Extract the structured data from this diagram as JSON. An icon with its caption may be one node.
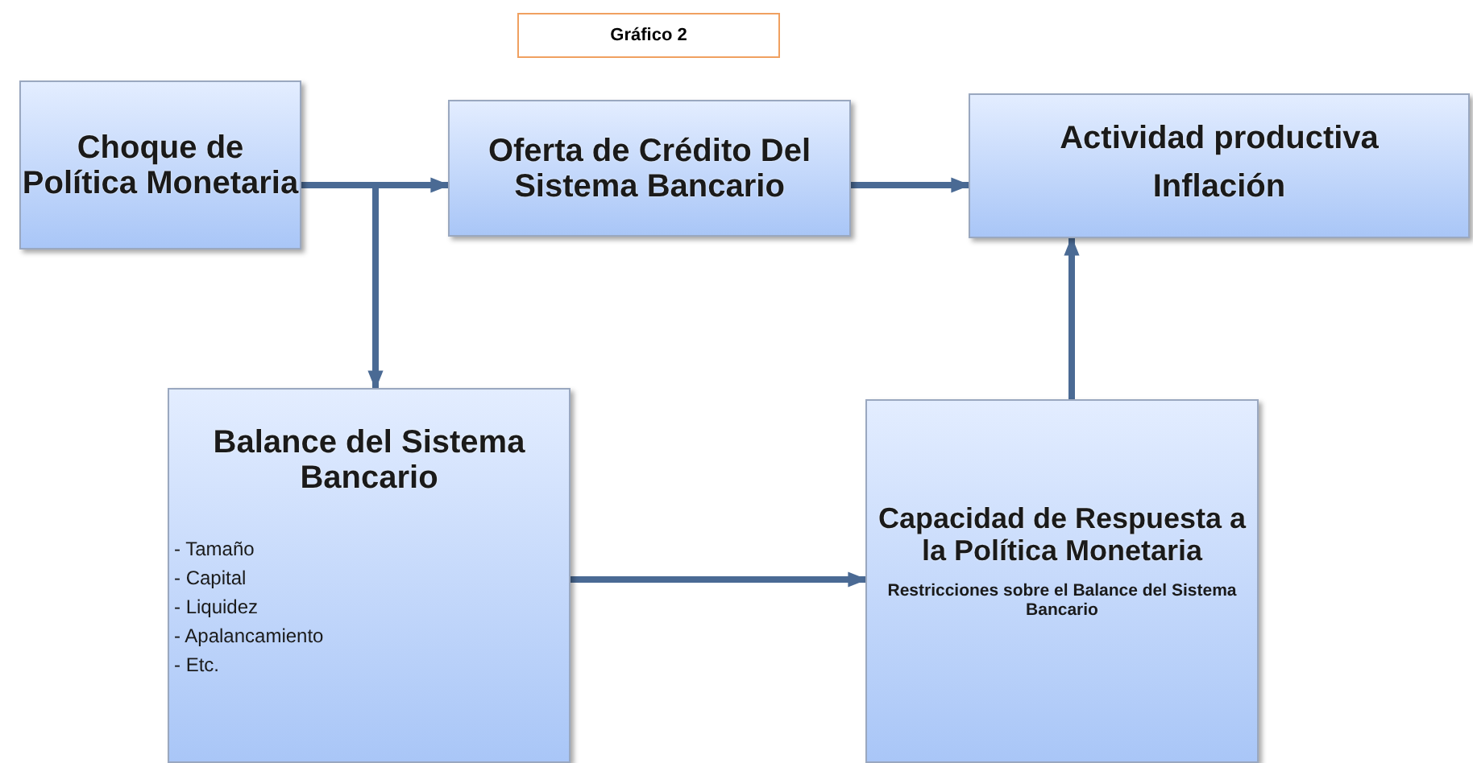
{
  "diagram": {
    "title": "Gráfico 2",
    "nodes": [
      {
        "text": [
          "Choque de Política Monetaria"
        ]
      },
      {
        "text": [
          "Oferta de Crédito Del Sistema Bancario"
        ]
      },
      {
        "text": [
          "Actividad productiva",
          "Inflación"
        ]
      },
      {
        "text": [
          "Balance del Sistema Bancario",
          "- Tamaño",
          "- Capital",
          "- Liquidez",
          "- Apalancamiento",
          "- Etc."
        ]
      },
      {
        "text": [
          "Capacidad de Respuesta a la Política Monetaria",
          "Restricciones sobre el Balance del Sistema Bancario"
        ]
      }
    ],
    "edges": [
      {
        "from": 0,
        "to": 1,
        "arrow": "to"
      },
      {
        "from": 0,
        "to": 3,
        "arrow": "to"
      },
      {
        "from": 1,
        "to": 2,
        "arrow": "to"
      },
      {
        "from": 3,
        "to": 4,
        "arrow": "to"
      },
      {
        "from": 4,
        "to": 2,
        "arrow": "to"
      }
    ]
  }
}
